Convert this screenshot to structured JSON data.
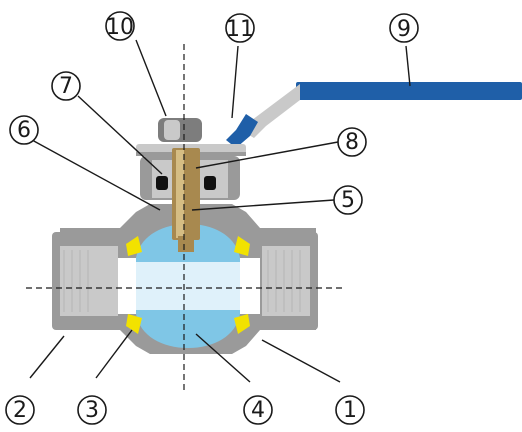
{
  "diagram": {
    "colors": {
      "body": "#9a9a9a",
      "body_light": "#c9c9c9",
      "body_dark": "#6e6e6e",
      "ball": "#7fc6e6",
      "ball_dark": "#4fa9d3",
      "seat": "#f2e200",
      "stem": "#a8894f",
      "stem_light": "#d5bd84",
      "handle": "#1f5fa8",
      "packing": "#111111",
      "nut": "#7d7d7d"
    },
    "callouts": [
      {
        "id": "c10",
        "label": "⑩",
        "number": "10",
        "part": "nut"
      },
      {
        "id": "c11",
        "label": "⑪",
        "number": "11",
        "part": "handle-sleeve"
      },
      {
        "id": "c9",
        "label": "⑨",
        "number": "9",
        "part": "handle"
      },
      {
        "id": "c7",
        "label": "⑦",
        "number": "7",
        "part": "gland"
      },
      {
        "id": "c8",
        "label": "⑧",
        "number": "8",
        "part": "stem-top"
      },
      {
        "id": "c6",
        "label": "⑥",
        "number": "6",
        "part": "packing"
      },
      {
        "id": "c5",
        "label": "⑤",
        "number": "5",
        "part": "stem"
      },
      {
        "id": "c2",
        "label": "②",
        "number": "2",
        "part": "end-connector"
      },
      {
        "id": "c3",
        "label": "③",
        "number": "3",
        "part": "seat"
      },
      {
        "id": "c4",
        "label": "④",
        "number": "4",
        "part": "ball"
      },
      {
        "id": "c1",
        "label": "①",
        "number": "1",
        "part": "body"
      }
    ]
  }
}
